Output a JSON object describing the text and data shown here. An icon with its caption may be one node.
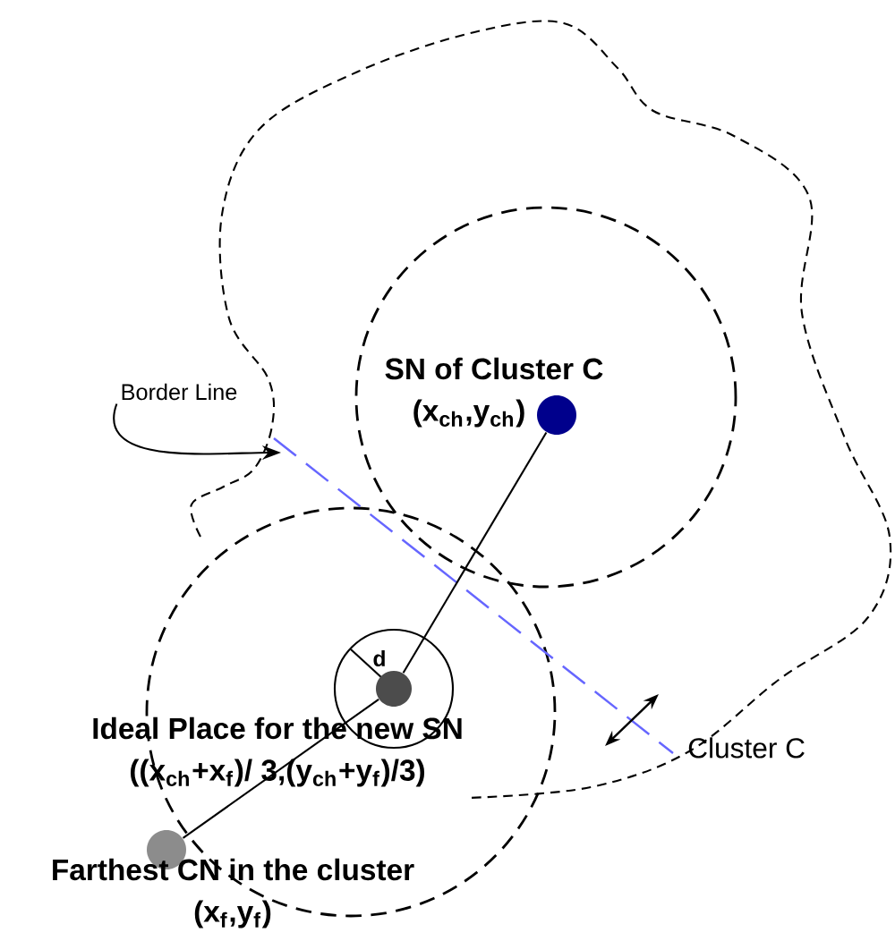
{
  "diagram": {
    "nodes": [
      {
        "text": [],
        "shape": "circle",
        "beside": [
          "SN of Cluster C",
          "(x$_{ch}$,y$_{ch}$)"
        ]
      },
      {
        "text": [],
        "shape": "circle",
        "beside": [
          "Ideal Place for the new SN",
          "((x$_{ch}$+x$_{f}$)/ 3,(y$_{ch}$+y$_{f}$)/3)"
        ]
      },
      {
        "text": [],
        "shape": "circle",
        "beside": [
          "Farthest CN in the cluster",
          "(x$_{f}$,y$_{f}$)"
        ]
      },
      {
        "text": [
          "Border Line"
        ]
      }
    ],
    "edges": [
      {
        "from": 0,
        "to": 1,
        "arrow": "none"
      },
      {
        "from": 1,
        "to": 2,
        "arrow": "none"
      },
      {
        "from": 3,
        "to": null,
        "arrow": "to"
      }
    ],
    "labels": [
      "d",
      "Cluster C"
    ]
  }
}
